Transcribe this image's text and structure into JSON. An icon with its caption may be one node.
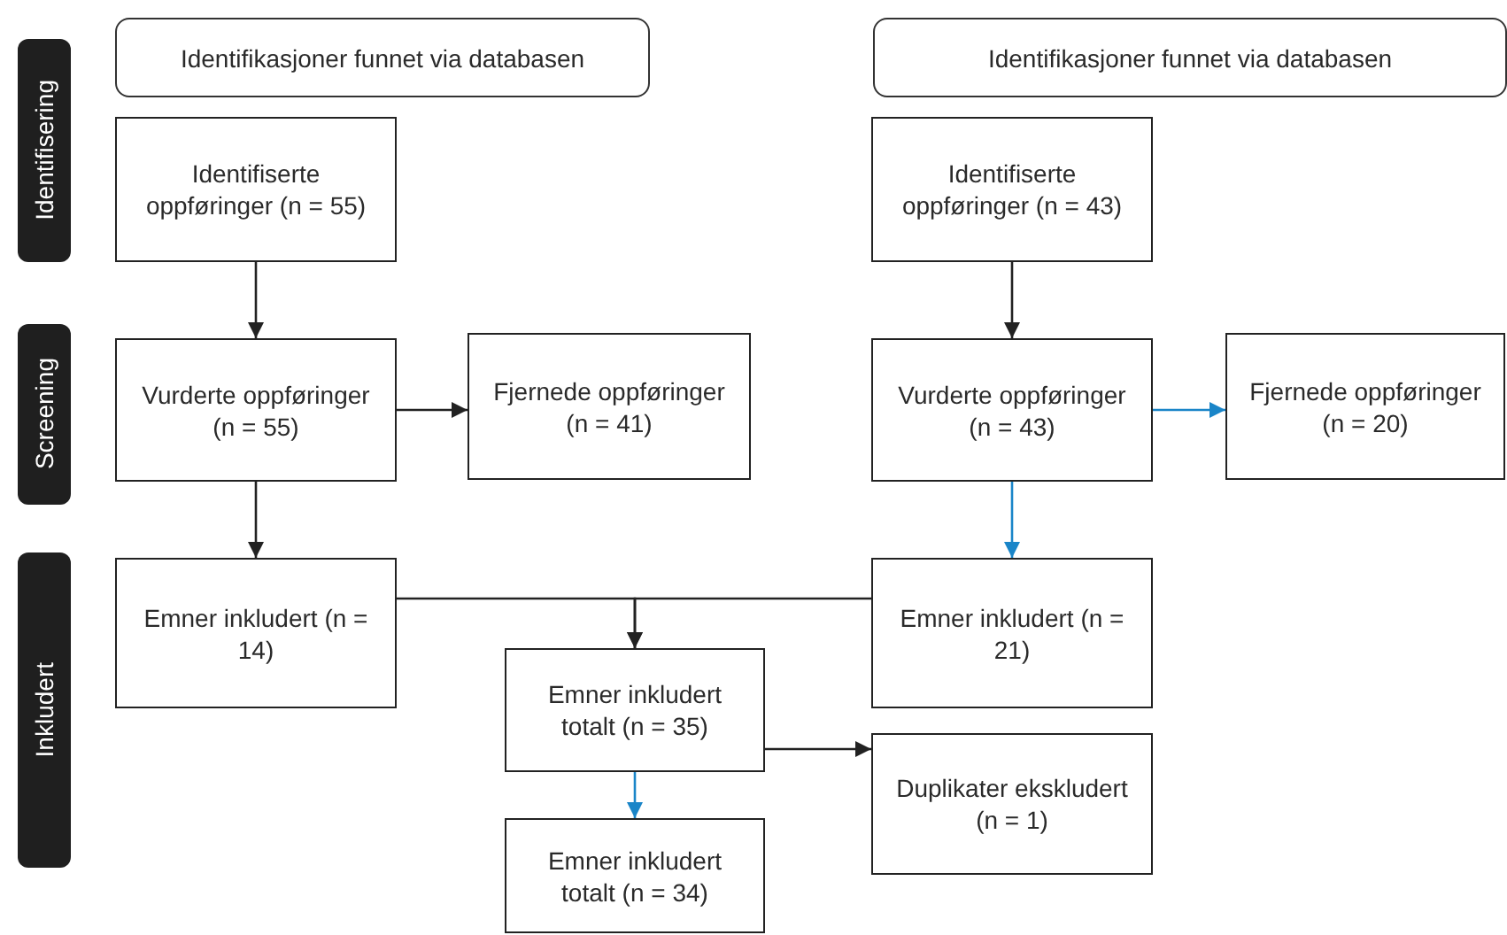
{
  "diagram": {
    "nodes": [
      {
        "text": [
          "Identifisering"
        ]
      },
      {
        "text": [
          "Screening"
        ]
      },
      {
        "text": [
          "Inkludert"
        ]
      },
      {
        "text": [
          "Identifikasjoner funnet via databasen"
        ]
      },
      {
        "text": [
          "Identifikasjoner funnet via databasen"
        ]
      },
      {
        "text": [
          "Identifiserte oppføringer (n = 55)"
        ]
      },
      {
        "text": [
          "Vurderte oppføringer (n = 55)"
        ]
      },
      {
        "text": [
          "Fjernede oppføringer (n = 41)"
        ]
      },
      {
        "text": [
          "Identifiserte oppføringer (n = 43)"
        ]
      },
      {
        "text": [
          "Vurderte oppføringer (n = 43)"
        ]
      },
      {
        "text": [
          "Fjernede oppføringer (n = 20)"
        ]
      },
      {
        "text": [
          "Emner inkludert (n = 14)"
        ]
      },
      {
        "text": [
          "Emner inkludert (n = 21)"
        ]
      },
      {
        "text": [
          "Emner inkludert totalt (n = 35)"
        ]
      },
      {
        "text": [
          "Duplikater ekskludert (n = 1)"
        ]
      },
      {
        "text": [
          "Emner inkludert totalt (n = 34)"
        ]
      }
    ],
    "edges": [
      {
        "from": 5,
        "to": 6,
        "arrow": "to"
      },
      {
        "from": 6,
        "to": 7,
        "arrow": "to"
      },
      {
        "from": 8,
        "to": 9,
        "arrow": "to"
      },
      {
        "from": 9,
        "to": 10,
        "arrow": "to",
        "color": "#1a85c8"
      },
      {
        "from": 6,
        "to": 11,
        "arrow": "to"
      },
      {
        "from": 9,
        "to": 12,
        "arrow": "to",
        "color": "#1a85c8"
      },
      {
        "from": 11,
        "to": 13,
        "arrow": "to"
      },
      {
        "from": 12,
        "to": 13,
        "arrow": "to"
      },
      {
        "from": 13,
        "to": 14,
        "arrow": "to"
      },
      {
        "from": 13,
        "to": 15,
        "arrow": "to",
        "color": "#1a85c8"
      }
    ]
  }
}
